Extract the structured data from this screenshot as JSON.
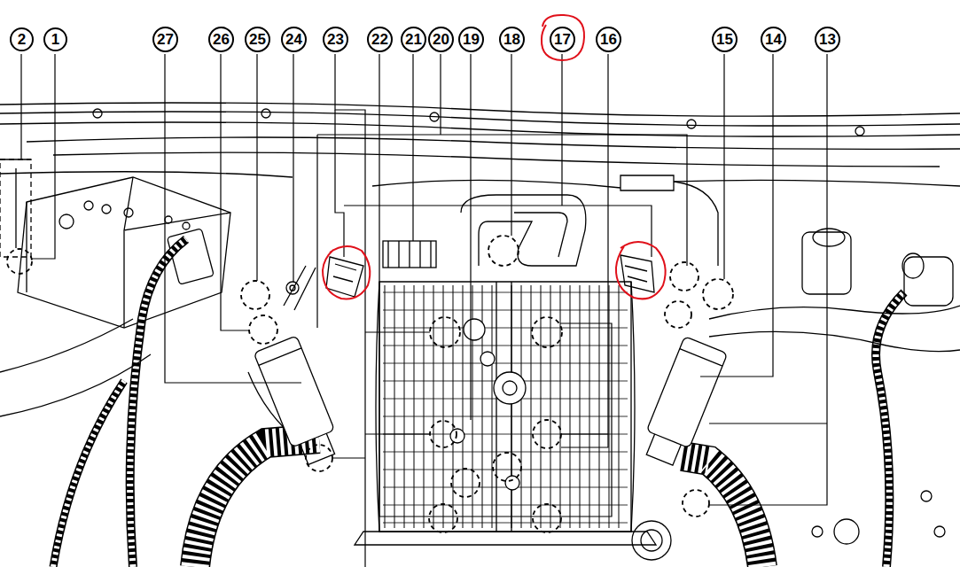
{
  "diagram": {
    "nodes": [
      {
        "text": [
          "2"
        ]
      },
      {
        "text": [
          "1"
        ]
      },
      {
        "text": [
          "27"
        ]
      },
      {
        "text": [
          "26"
        ]
      },
      {
        "text": [
          "25"
        ]
      },
      {
        "text": [
          "24"
        ]
      },
      {
        "text": [
          "23"
        ]
      },
      {
        "text": [
          "22"
        ]
      },
      {
        "text": [
          "21"
        ]
      },
      {
        "text": [
          "20"
        ]
      },
      {
        "text": [
          "19"
        ]
      },
      {
        "text": [
          "18"
        ]
      },
      {
        "text": [
          "17"
        ]
      },
      {
        "text": [
          "16"
        ]
      },
      {
        "text": [
          "15"
        ]
      },
      {
        "text": [
          "14"
        ]
      },
      {
        "text": [
          "13"
        ]
      }
    ]
  }
}
